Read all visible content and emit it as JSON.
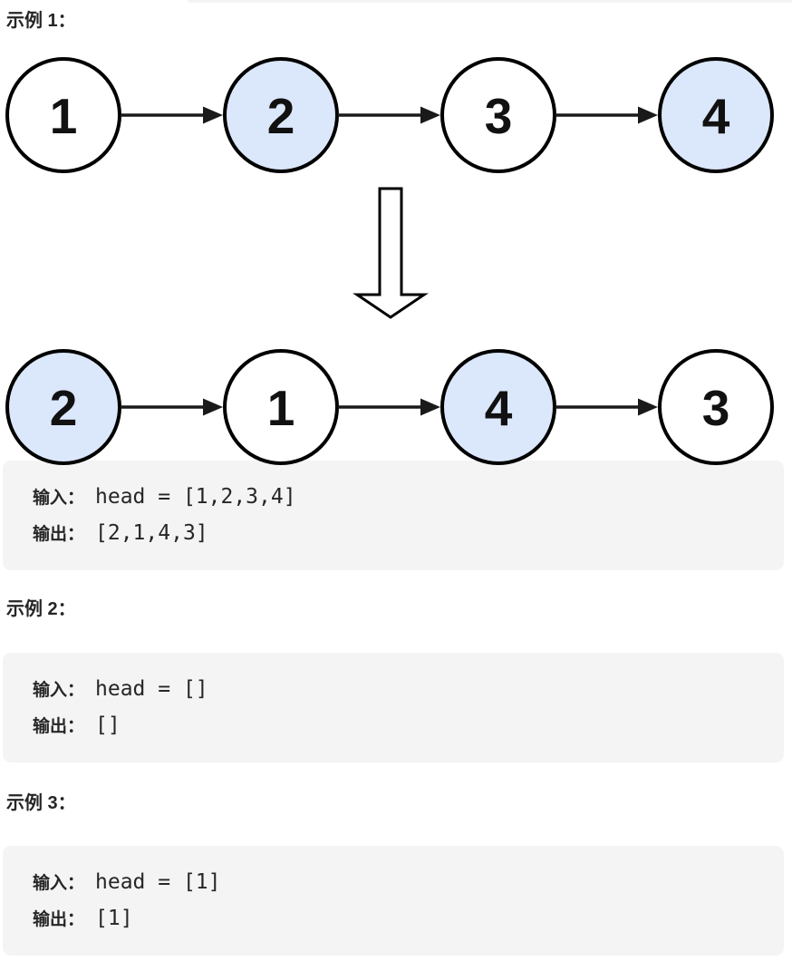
{
  "examples": [
    {
      "heading": "示例 1：",
      "io": {
        "input_label": "输入：",
        "input_code": "head = [1,2,3,4]",
        "output_label": "输出：",
        "output_code": "[2,1,4,3]"
      }
    },
    {
      "heading": "示例 2：",
      "io": {
        "input_label": "输入：",
        "input_code": "head = []",
        "output_label": "输出：",
        "output_code": "[]"
      }
    },
    {
      "heading": "示例 3：",
      "io": {
        "input_label": "输入：",
        "input_code": "head = [1]",
        "output_label": "输出：",
        "output_code": "[1]"
      }
    }
  ],
  "diagram": {
    "description": "linked list pair-swap: before and after rows connected by a hollow down arrow",
    "rows": [
      {
        "name": "before",
        "nodes": [
          {
            "value": "1",
            "highlighted": false
          },
          {
            "value": "2",
            "highlighted": true
          },
          {
            "value": "3",
            "highlighted": false
          },
          {
            "value": "4",
            "highlighted": true
          }
        ]
      },
      {
        "name": "after",
        "nodes": [
          {
            "value": "2",
            "highlighted": true
          },
          {
            "value": "1",
            "highlighted": false
          },
          {
            "value": "4",
            "highlighted": true
          },
          {
            "value": "3",
            "highlighted": false
          }
        ]
      }
    ],
    "colors": {
      "highlight_fill": "#dbe7fa",
      "default_fill": "#ffffff",
      "stroke": "#000000",
      "link_arrow": "#1a1a1a",
      "digit": "#111111",
      "transform_arrow_fill": "#ffffff",
      "transform_arrow_stroke": "#000000"
    }
  },
  "colors": {
    "page_bg": "#ffffff",
    "block_bg": "#f4f4f5",
    "heading_text": "#262626",
    "code_text": "#262626"
  }
}
